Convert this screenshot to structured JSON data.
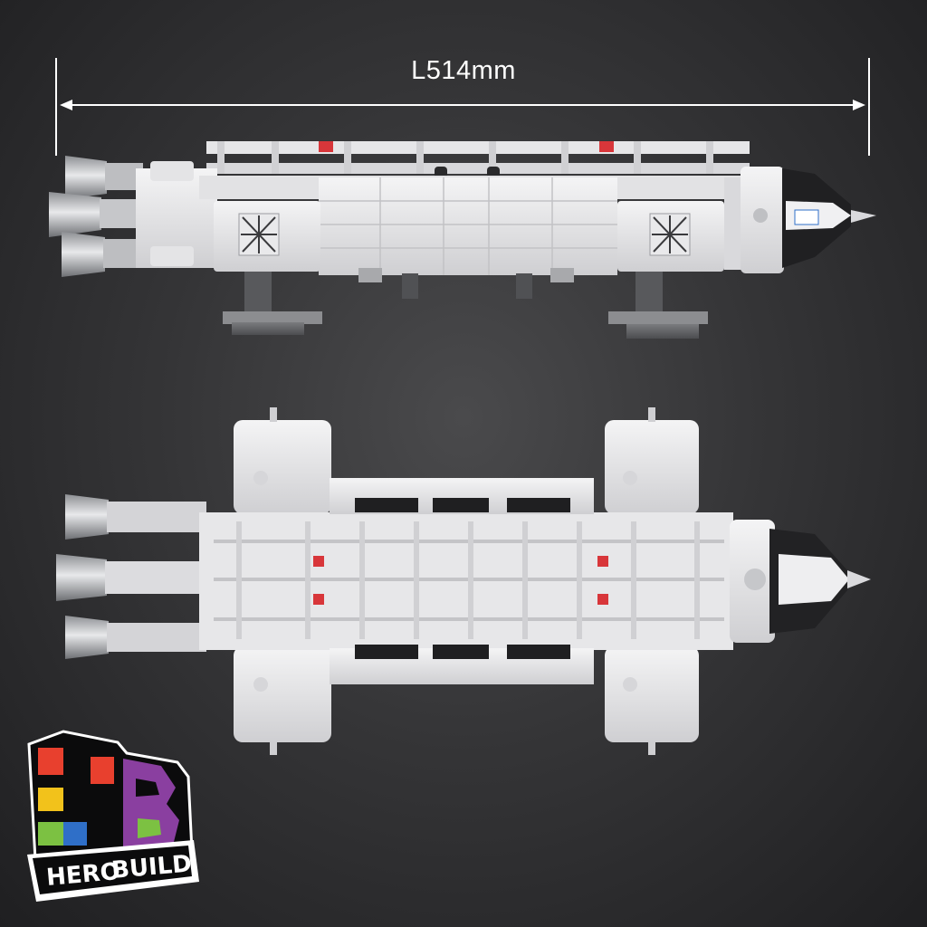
{
  "dimension": {
    "label": "L514mm"
  },
  "brand": {
    "line1": "HERO",
    "line2": "BUILD"
  },
  "colors": {
    "background": "#353537",
    "model_white": "#ececec",
    "model_shade": "#cfcfd1",
    "accent_red": "#d8363a",
    "logo_red": "#e8402e",
    "logo_purple": "#8a3fa0",
    "logo_yellow": "#f2c21b",
    "logo_green": "#7cc142",
    "logo_blue": "#2f6fc8"
  }
}
